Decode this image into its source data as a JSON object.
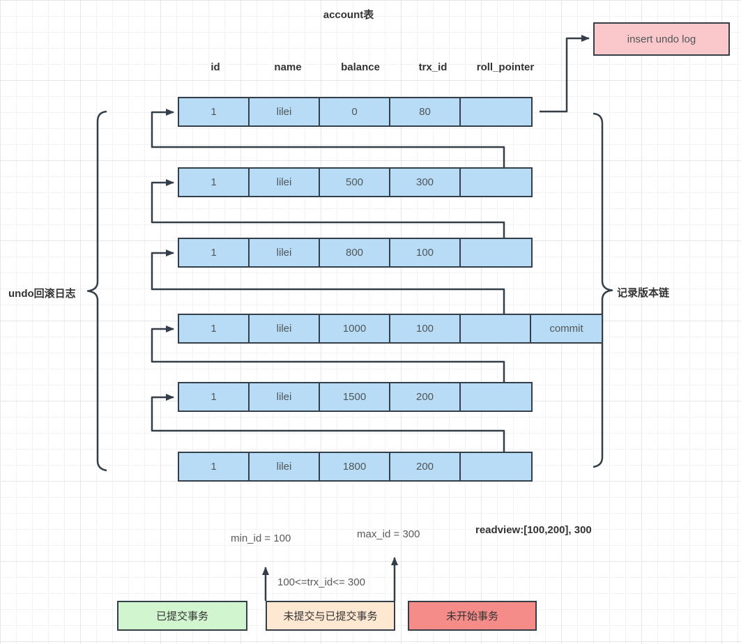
{
  "title": "account表",
  "table": {
    "headers": [
      "id",
      "name",
      "balance",
      "trx_id",
      "roll_pointer"
    ],
    "rows": [
      {
        "id": "1",
        "name": "lilei",
        "balance": "0",
        "trx_id": "80",
        "roll_pointer": "",
        "status": ""
      },
      {
        "id": "1",
        "name": "lilei",
        "balance": "500",
        "trx_id": "300",
        "roll_pointer": "",
        "status": ""
      },
      {
        "id": "1",
        "name": "lilei",
        "balance": "800",
        "trx_id": "100",
        "roll_pointer": "",
        "status": ""
      },
      {
        "id": "1",
        "name": "lilei",
        "balance": "1000",
        "trx_id": "100",
        "roll_pointer": "",
        "status": "commit"
      },
      {
        "id": "1",
        "name": "lilei",
        "balance": "1500",
        "trx_id": "200",
        "roll_pointer": "",
        "status": ""
      },
      {
        "id": "1",
        "name": "lilei",
        "balance": "1800",
        "trx_id": "200",
        "roll_pointer": "",
        "status": ""
      }
    ]
  },
  "labels": {
    "undo_log": "undo回滚日志",
    "version_chain": "记录版本链",
    "insert_undo_log": "insert undo log",
    "min_id": "min_id = 100",
    "max_id": "max_id = 300",
    "readview": "readview:[100,200], 300",
    "trx_range": "100<=trx_id<= 300"
  },
  "legend": [
    {
      "label": "已提交事务",
      "color": "#d1f5cf"
    },
    {
      "label": "未提交与已提交事务",
      "color": "#ffe8d2"
    },
    {
      "label": "未开始事务",
      "color": "#f58c8a"
    }
  ],
  "colors": {
    "row_fill": "#b8dcf5",
    "insert_fill": "#fac8cb",
    "stroke": "#333e48"
  }
}
